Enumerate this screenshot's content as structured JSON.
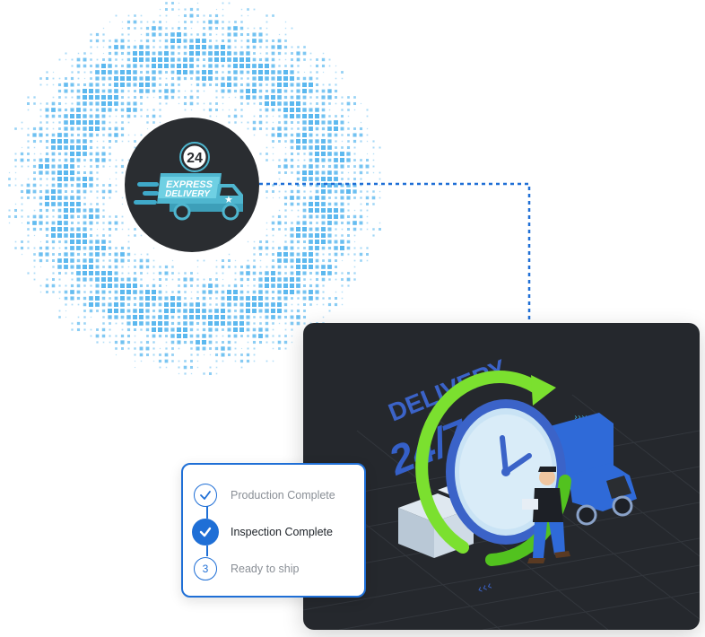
{
  "badge": {
    "icon": "express-delivery-truck-icon",
    "number": "24",
    "line1": "EXPRESS",
    "line2": "DELIVERY"
  },
  "delivery_illustration": {
    "icon": "delivery-clock-truck-illustration",
    "line1": "DELIVERY",
    "line2": "24/7"
  },
  "steps": [
    {
      "label": "Production Complete",
      "state": "complete",
      "icon": "check-outline-icon"
    },
    {
      "label": "Inspection Complete",
      "state": "current",
      "icon": "check-filled-icon"
    },
    {
      "label": "Ready to ship",
      "state": "pending",
      "number": "3"
    }
  ],
  "colors": {
    "accent": "#1f6fd6",
    "card_bg": "#25282d",
    "badge_bg": "#2a2d31",
    "dots": "#5bb8ef",
    "green": "#7be02f"
  }
}
